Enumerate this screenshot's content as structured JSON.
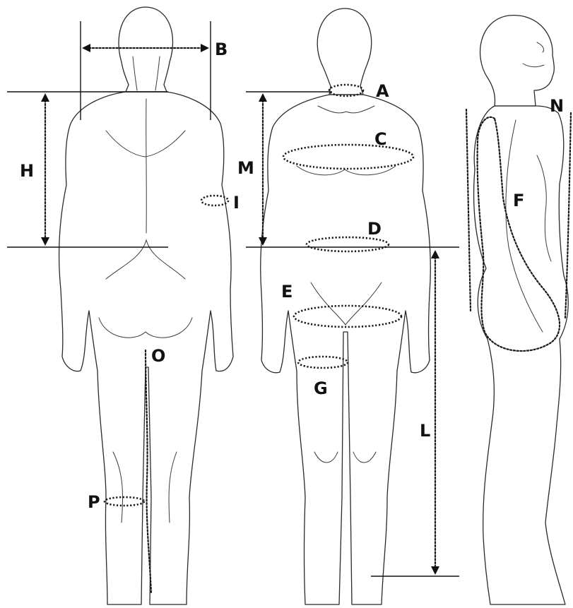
{
  "labels": {
    "a": "A",
    "b": "B",
    "c": "C",
    "d": "D",
    "e": "E",
    "f": "F",
    "g": "G",
    "h": "H",
    "i": "I",
    "l": "L",
    "m": "M",
    "n": "N",
    "o": "O",
    "p": "P"
  },
  "colors": {
    "line": "#2a2a2a",
    "background": "#ffffff"
  }
}
